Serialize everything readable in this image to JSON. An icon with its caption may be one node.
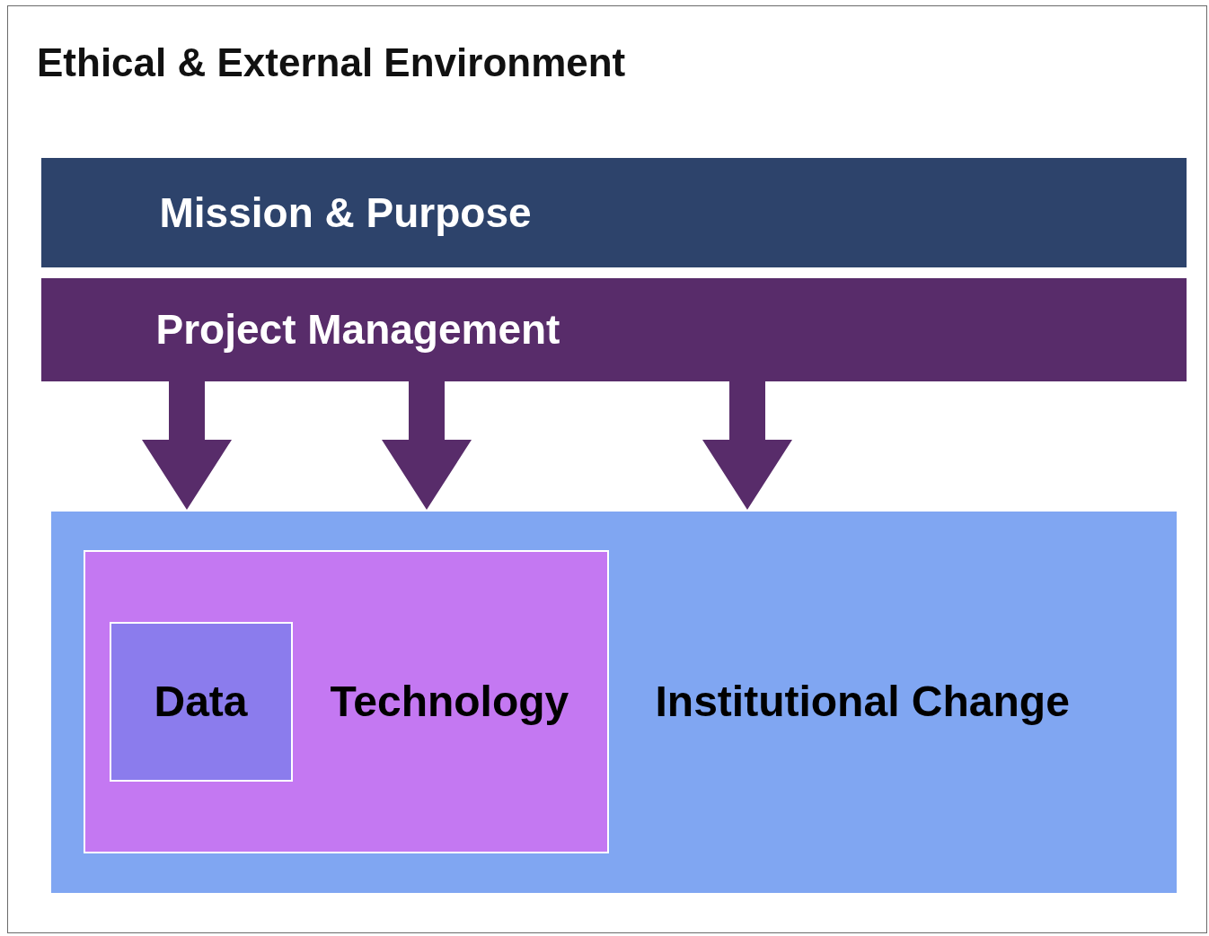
{
  "diagram": {
    "nodes": [
      {
        "text": [
          "Ethical & External Environment"
        ]
      },
      {
        "text": [
          "Mission & Purpose"
        ],
        "in": 0
      },
      {
        "text": [
          "Project Management"
        ],
        "in": 0
      },
      {
        "text": [
          "Institutional Change"
        ],
        "in": 0
      },
      {
        "text": [
          "Technology"
        ],
        "in": 3
      },
      {
        "text": [
          "Data"
        ],
        "in": 4
      }
    ],
    "edges": [
      {
        "from": 2,
        "to": 3,
        "arrow": "to",
        "style": "thick"
      },
      {
        "from": 2,
        "to": 3,
        "arrow": "to",
        "style": "thick"
      },
      {
        "from": 2,
        "to": 3,
        "arrow": "to",
        "style": "thick"
      }
    ]
  }
}
